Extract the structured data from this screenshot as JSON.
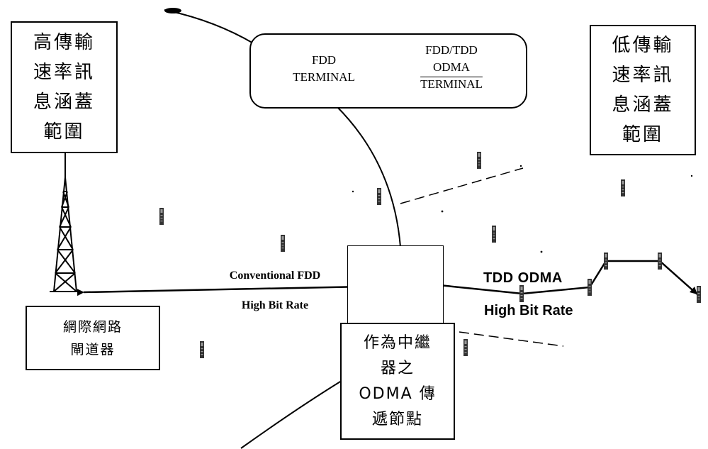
{
  "high_coverage": {
    "lines": [
      "高傳輸",
      "速率訊",
      "息涵蓋",
      "範圍"
    ]
  },
  "low_coverage": {
    "lines": [
      "低傳輸",
      "速率訊",
      "息涵蓋",
      "範圍"
    ]
  },
  "terminal_legend": {
    "fdd_line1": "FDD",
    "fdd_line2": "TERMINAL",
    "odma_line1": "FDD/TDD",
    "odma_line2": "ODMA",
    "odma_line3": "TERMINAL"
  },
  "gateway": {
    "line1": "網際網路",
    "line2": "閘道器"
  },
  "relay_node": {
    "line1": "作為中繼",
    "line2": "器之",
    "line3": "ODMA 傳",
    "line4": "遞節點"
  },
  "link_fdd": {
    "line1": "Conventional FDD",
    "line2": "High Bit Rate"
  },
  "link_tdd": {
    "line1": "TDD ODMA",
    "line2": "High Bit Rate"
  }
}
